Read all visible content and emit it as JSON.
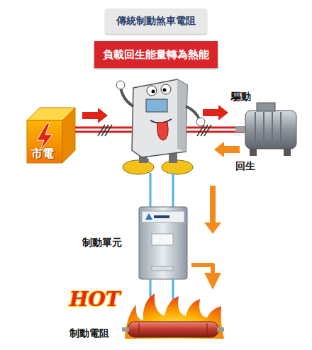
{
  "diagram": {
    "title": "傳統制動煞車電阻",
    "nodes": [
      {
        "text": [
          "負載回生能量轉為熱能"
        ]
      },
      {
        "text": [
          "市電"
        ]
      },
      {
        "text": [
          "制動單元"
        ]
      },
      {
        "text": [
          "HOT",
          "制動電阻"
        ]
      }
    ],
    "edges": [
      {
        "from": 2,
        "to": 3,
        "arrow": "to"
      }
    ],
    "labels": [
      "驅動",
      "回生"
    ]
  }
}
